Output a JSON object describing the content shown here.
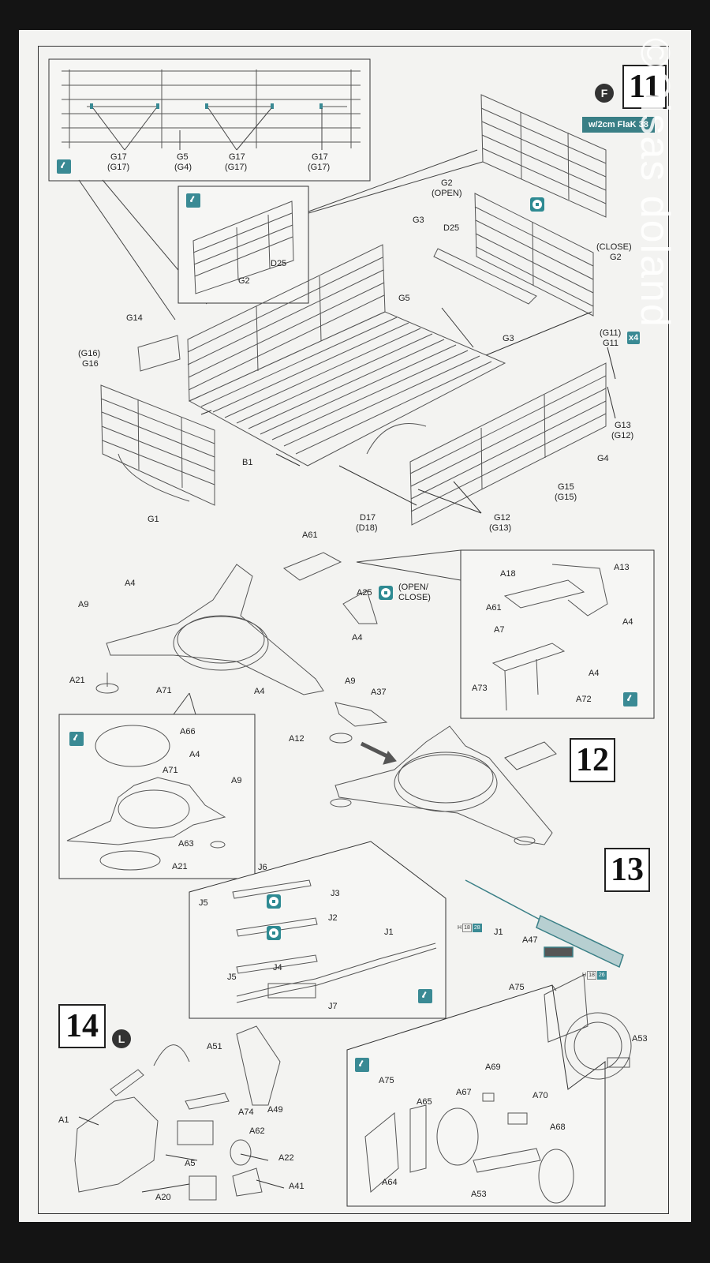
{
  "header": {
    "step_letter": "F",
    "step_11": "11",
    "variant": "w/2cm FlaK 38",
    "x4": "x4"
  },
  "steps": {
    "s12": "12",
    "s13": "13",
    "s14": "14",
    "s14_letter": "L"
  },
  "watermark": "©Oisas doland",
  "step11_labels": {
    "g17a": "G17",
    "g17a2": "(G17)",
    "g5": "G5",
    "g5b": "(G4)",
    "g17b": "G17",
    "g17b2": "(G17)",
    "g17c": "G17",
    "g17c2": "(G17)",
    "g2open": "G2",
    "g2open2": "(OPEN)",
    "d25inset": "D25",
    "g2inset": "G2",
    "g3a": "G3",
    "d25": "D25",
    "g2close": "(CLOSE)",
    "g2close2": "G2",
    "g5main": "G5",
    "g3b": "G3",
    "g14": "G14",
    "g16": "(G16)",
    "g16b": "G16",
    "g11": "(G11)",
    "g11b": "G11",
    "g13": "G13",
    "g13b": "(G12)",
    "g4": "G4",
    "b1": "B1",
    "g1": "G1",
    "g15": "G15",
    "g15b": "(G15)",
    "d17": "D17",
    "d17b": "(D18)",
    "g12": "G12",
    "g12b": "(G13)"
  },
  "step12_labels": {
    "a61": "A61",
    "a4a": "A4",
    "a9a": "A9",
    "a25": "A25",
    "openclose": "(OPEN/",
    "openclose2": "CLOSE)",
    "a4b": "A4",
    "a21": "A21",
    "a71": "A71",
    "a4c": "A4",
    "a9b": "A9",
    "a37": "A37",
    "a12": "A12",
    "i_a18": "A18",
    "i_a13": "A13",
    "i_a61": "A61",
    "i_a4": "A4",
    "i_a7": "A7",
    "i_a4b": "A4",
    "i_a73": "A73",
    "i_a72": "A72",
    "i2_a66": "A66",
    "i2_a4": "A4",
    "i2_a71": "A71",
    "i2_a9": "A9",
    "i2_a63": "A63",
    "i2_a21": "A21"
  },
  "step13_labels": {
    "j6": "J6",
    "j3": "J3",
    "j5a": "J5",
    "j2": "J2",
    "j4": "J4",
    "j5b": "J5",
    "j1": "J1",
    "j7": "J7",
    "j1main": "J1",
    "a47": "A47",
    "a75": "A75",
    "a53": "A53",
    "h1": "H",
    "h1a": "18",
    "h1b": "28",
    "h2": "H",
    "h2a": "18",
    "h2b": "26"
  },
  "step14_labels": {
    "a51": "A51",
    "a1": "A1",
    "a74": "A74",
    "a49": "A49",
    "a62": "A62",
    "a5": "A5",
    "a22": "A22",
    "a20": "A20",
    "a41": "A41",
    "i_a69": "A69",
    "i_a75": "A75",
    "i_a65": "A65",
    "i_a67": "A67",
    "i_a70": "A70",
    "i_a68": "A68",
    "i_a64": "A64",
    "i_a53": "A53"
  }
}
